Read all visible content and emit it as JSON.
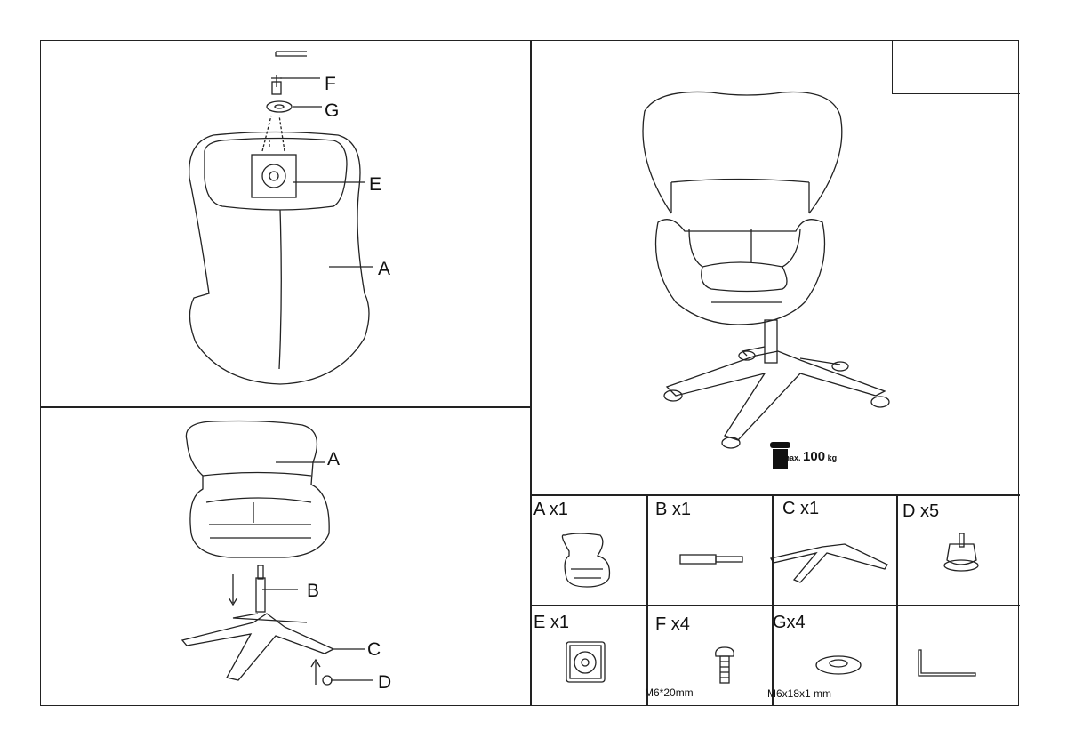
{
  "step1": {
    "labels": {
      "F": "F",
      "G": "G",
      "E": "E",
      "A": "A"
    }
  },
  "step2": {
    "labels": {
      "A": "A",
      "B": "B",
      "C": "C",
      "D": "D"
    }
  },
  "product": {
    "max_load_prefix": "max.",
    "max_load_value": "100",
    "max_load_unit": "kg"
  },
  "parts": [
    {
      "count": "A x1"
    },
    {
      "count": "B x1"
    },
    {
      "count": "C x1"
    },
    {
      "count": "D x5"
    },
    {
      "count": "E x1"
    },
    {
      "count": "F x4",
      "spec": "M6*20mm"
    },
    {
      "count": "Gx4",
      "spec": "M6x18x1 mm"
    },
    {
      "count": ""
    }
  ]
}
